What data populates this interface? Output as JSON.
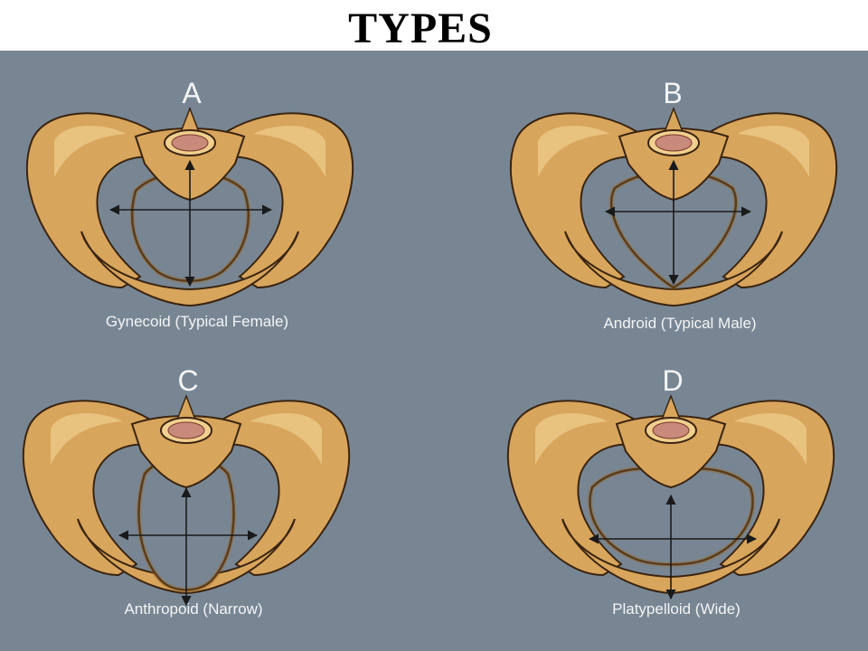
{
  "title": "TYPES",
  "colors": {
    "panel_bg": "#788694",
    "bone": "#d8a55c",
    "bone_shadow": "#9a6a2c",
    "bone_highlight": "#f0cf8f",
    "outline": "#3a2410",
    "arrow": "#1a1a1a",
    "text": "#f4f4f4"
  },
  "pelvis_types": [
    {
      "letter": "A",
      "caption": "Gynecoid (Typical Female)"
    },
    {
      "letter": "B",
      "caption": "Android (Typical Male)"
    },
    {
      "letter": "C",
      "caption": "Anthropoid (Narrow)"
    },
    {
      "letter": "D",
      "caption": "Platypelloid (Wide)"
    }
  ]
}
